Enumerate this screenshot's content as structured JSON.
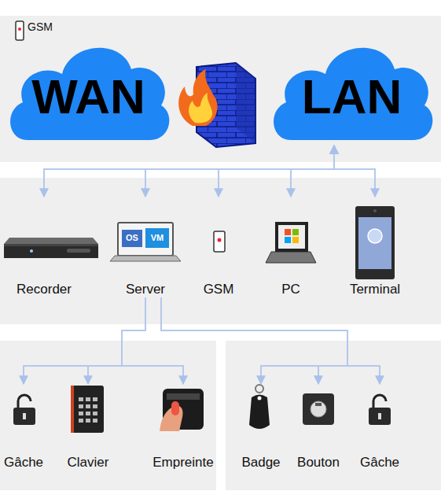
{
  "diagram": {
    "nodes": [
      {
        "text": [
          "WAN"
        ]
      },
      {
        "text": [
          "LAN"
        ]
      },
      {
        "text": [
          "Recorder"
        ]
      },
      {
        "text": [
          "Server"
        ]
      },
      {
        "text": [
          "GSM"
        ]
      },
      {
        "text": [
          "PC"
        ]
      },
      {
        "text": [
          "Terminal"
        ]
      },
      {
        "text": [
          "Gâche"
        ]
      },
      {
        "text": [
          "Clavier"
        ]
      },
      {
        "text": [
          "Empreinte"
        ]
      },
      {
        "text": [
          "Badge"
        ]
      },
      {
        "text": [
          "Bouton"
        ]
      },
      {
        "text": [
          "Gâche"
        ]
      }
    ],
    "edges": [
      {
        "from": 1,
        "to": 2,
        "arrow": "both"
      },
      {
        "from": 1,
        "to": 3,
        "arrow": "both"
      },
      {
        "from": 1,
        "to": 4,
        "arrow": "both"
      },
      {
        "from": 1,
        "to": 5,
        "arrow": "both"
      },
      {
        "from": 1,
        "to": 6,
        "arrow": "both"
      },
      {
        "from": 3,
        "to": 7,
        "arrow": "to"
      },
      {
        "from": 3,
        "to": 8,
        "arrow": "to"
      },
      {
        "from": 3,
        "to": 9,
        "arrow": "to"
      },
      {
        "from": 3,
        "to": 10,
        "arrow": "to"
      },
      {
        "from": 3,
        "to": 11,
        "arrow": "to"
      },
      {
        "from": 3,
        "to": 12,
        "arrow": "to"
      }
    ],
    "labels": [
      "GSM",
      "OS",
      "VM"
    ]
  }
}
